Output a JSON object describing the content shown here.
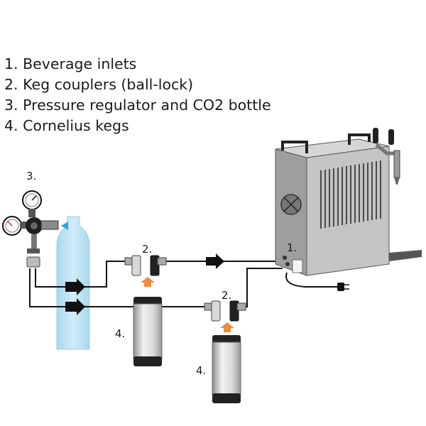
{
  "legend": [
    {
      "number": "1.",
      "text": "Beverage inlets"
    },
    {
      "number": "2.",
      "text": "Keg couplers (ball-lock)"
    },
    {
      "number": "3.",
      "text": "Pressure regulator and CO2 bottle"
    },
    {
      "number": "4.",
      "text": "Cornelius kegs"
    }
  ],
  "callouts": {
    "inlets": "1.",
    "coupler_1": "2.",
    "coupler_2": "2.",
    "regulator": "3.",
    "keg_1": "4.",
    "keg_2": "4."
  },
  "colors": {
    "co2_bottle": "#bfe3f3",
    "gas_arrow": "#f08a3c",
    "cooler_body": "#bdbdbd",
    "line": "#111111"
  }
}
